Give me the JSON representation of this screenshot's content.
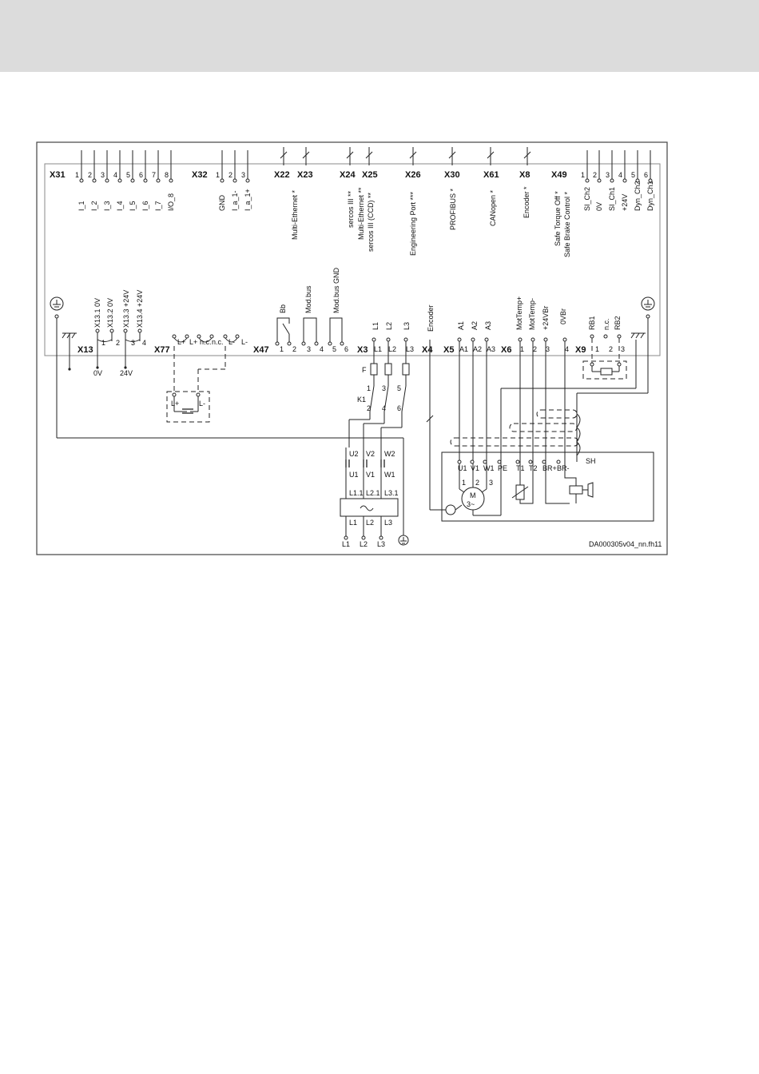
{
  "colors": {
    "header_band": "#dcdcdc",
    "ink": "#222222",
    "frame": "#888888"
  },
  "figure_id": "DA000305v04_nn.fh11",
  "top_row": [
    {
      "name": "X31",
      "pins": [
        {
          "num": "1",
          "label": "I_1"
        },
        {
          "num": "2",
          "label": "I_2"
        },
        {
          "num": "3",
          "label": "I_3"
        },
        {
          "num": "4",
          "label": "I_4"
        },
        {
          "num": "5",
          "label": "I_5"
        },
        {
          "num": "6",
          "label": "I_6"
        },
        {
          "num": "7",
          "label": "I_7"
        },
        {
          "num": "8",
          "label": "I/O_8"
        }
      ]
    },
    {
      "name": "X32",
      "pins": [
        {
          "num": "1",
          "label": "GND"
        },
        {
          "num": "2",
          "label": "I_a_1-"
        },
        {
          "num": "3",
          "label": "I_a_1+"
        }
      ]
    },
    {
      "name": "X22",
      "label": "Multi-Ethernet *"
    },
    {
      "name": "X23",
      "label": ""
    },
    {
      "name": "X24",
      "label": "sercos III **"
    },
    {
      "name": "X25",
      "label": "Multi-Ethernet **",
      "label2": "sercos III (CCD) **"
    },
    {
      "name": "X26",
      "label": "Engineering Port ***"
    },
    {
      "name": "X30",
      "label": "PROFIBUS *"
    },
    {
      "name": "X61",
      "label": "CANopen *"
    },
    {
      "name": "X8",
      "label": "Encoder *"
    },
    {
      "name": "X49",
      "label": "Safe Torque Off *",
      "label2": "Safe Brake Control *",
      "pins": [
        {
          "num": "1",
          "label": "SI_Ch2"
        },
        {
          "num": "2",
          "label": "0V"
        },
        {
          "num": "3",
          "label": "SI_Ch1"
        },
        {
          "num": "4",
          "label": "+24V"
        },
        {
          "num": "5",
          "label": "Dyn_Ch2"
        },
        {
          "num": "6",
          "label": "Dyn_Ch1"
        }
      ]
    }
  ],
  "bottom_row": {
    "x13": {
      "name": "X13",
      "pin_labels": [
        "X13.1 0V",
        "X13.2 0V",
        "X13.3 +24V",
        "X13.4 +24V"
      ],
      "pins": [
        "1",
        "2",
        "3",
        "4"
      ],
      "out_0v": "0V",
      "out_24v": "24V"
    },
    "x77": {
      "name": "X77",
      "pins": [
        "L+",
        "L+",
        "n.c.",
        "n.c.",
        "L-",
        "L-"
      ],
      "cap_plus": "L+",
      "cap_minus": "L-"
    },
    "x47": {
      "name": "X47",
      "top_labels": [
        "Bb",
        "Mod.bus",
        "Mod.bus GND"
      ],
      "pins": [
        "1",
        "2",
        "3",
        "4",
        "5",
        "6"
      ]
    },
    "x3": {
      "name": "X3",
      "top_labels": [
        "L1",
        "L2",
        "L3"
      ],
      "pins": [
        "L1",
        "L2",
        "L3"
      ],
      "fuse": "F",
      "contactor": "K1",
      "k_top": [
        "1",
        "3",
        "5"
      ],
      "k_bot": [
        "2",
        "4",
        "6"
      ]
    },
    "x4": {
      "name": "X4",
      "top_label": "Encoder"
    },
    "x5": {
      "name": "X5",
      "top_labels": [
        "A1",
        "A2",
        "A3"
      ],
      "pins": [
        "A1",
        "A2",
        "A3"
      ]
    },
    "x6": {
      "name": "X6",
      "top_labels": [
        "MotTemp+",
        "MotTemp-",
        "+24VBr",
        "0VBr"
      ],
      "pins": [
        "1",
        "2",
        "3",
        "4"
      ]
    },
    "x9": {
      "name": "X9",
      "top_labels": [
        "RB1",
        "n.c.",
        "RB2"
      ],
      "pins": [
        "1",
        "2",
        "3"
      ]
    }
  },
  "filter": {
    "upper": [
      "U2",
      "V2",
      "W2"
    ],
    "lower": [
      "U1",
      "V1",
      "W1"
    ],
    "inputs": [
      "L1.1",
      "L2.1",
      "L3.1"
    ],
    "outputs": [
      "L1",
      "L2",
      "L3"
    ],
    "mains": [
      "L1",
      "L2",
      "L3"
    ]
  },
  "motor": {
    "terminals": [
      "U1",
      "V1",
      "W1",
      "PE",
      "T1",
      "T2",
      "BR+",
      "BR-"
    ],
    "shield": "SH",
    "windings": [
      "1",
      "2",
      "3"
    ],
    "symbol": "M",
    "symbol2": "3~"
  }
}
